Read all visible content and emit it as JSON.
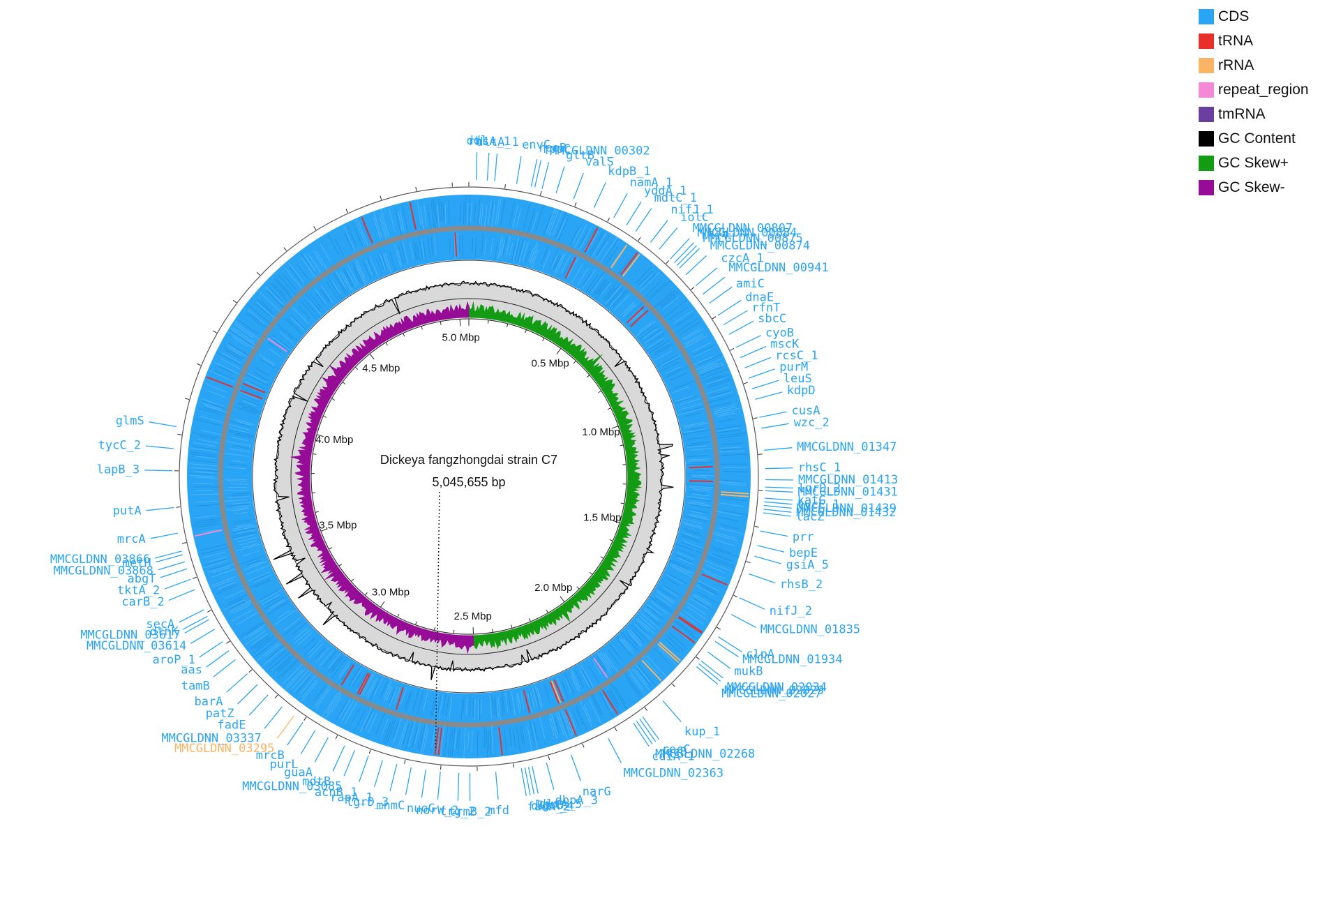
{
  "chart_data": {
    "type": "circular-genome-map",
    "title": "Dickeya fangzhongdai strain C7",
    "genome_length_label": "5,045,655 bp",
    "genome_length_bp": 5045655,
    "tick_labels": [
      {
        "mbp": 0.5,
        "label": "0.5 Mbp"
      },
      {
        "mbp": 1.0,
        "label": "1.0 Mbp"
      },
      {
        "mbp": 1.5,
        "label": "1.5 Mbp"
      },
      {
        "mbp": 2.0,
        "label": "2.0 Mbp"
      },
      {
        "mbp": 2.5,
        "label": "2.5 Mbp"
      },
      {
        "mbp": 3.0,
        "label": "3.0 Mbp"
      },
      {
        "mbp": 3.5,
        "label": "3.5 Mbp"
      },
      {
        "mbp": 4.0,
        "label": "4.0 Mbp"
      },
      {
        "mbp": 4.5,
        "label": "4.5 Mbp"
      },
      {
        "mbp": 5.0,
        "label": "5.0 Mbp"
      }
    ],
    "legend": [
      {
        "name": "CDS",
        "color": "#2aa4f4"
      },
      {
        "name": "tRNA",
        "color": "#e8302a"
      },
      {
        "name": "rRNA",
        "color": "#fbb464"
      },
      {
        "name": "repeat_region",
        "color": "#f38ad6"
      },
      {
        "name": "tmRNA",
        "color": "#6a3fa0"
      },
      {
        "name": "GC Content",
        "color": "#000000"
      },
      {
        "name": "GC Skew+",
        "color": "#139c13"
      },
      {
        "name": "GC Skew-",
        "color": "#960c96"
      }
    ],
    "gene_labels": [
      {
        "name": "ddl",
        "mbp": 0.02,
        "type": "CDS"
      },
      {
        "name": "rhsA_1",
        "mbp": 0.05,
        "type": "CDS"
      },
      {
        "name": "dltA_1",
        "mbp": 0.07,
        "type": "CDS"
      },
      {
        "name": "envC",
        "mbp": 0.13,
        "type": "CDS"
      },
      {
        "name": "rpoB",
        "mbp": 0.17,
        "type": "CDS"
      },
      {
        "name": "rpoC",
        "mbp": 0.18,
        "type": "CDS"
      },
      {
        "name": "MMCGLDNN_00302",
        "mbp": 0.2,
        "type": "CDS"
      },
      {
        "name": "gltB",
        "mbp": 0.24,
        "type": "CDS"
      },
      {
        "name": "valS",
        "mbp": 0.29,
        "type": "CDS"
      },
      {
        "name": "kdpB_1",
        "mbp": 0.35,
        "type": "CDS"
      },
      {
        "name": "namA_1",
        "mbp": 0.41,
        "type": "CDS"
      },
      {
        "name": "yddA_1",
        "mbp": 0.45,
        "type": "CDS"
      },
      {
        "name": "mdtC_1",
        "mbp": 0.48,
        "type": "CDS"
      },
      {
        "name": "nifJ_1",
        "mbp": 0.53,
        "type": "CDS"
      },
      {
        "name": "iolC",
        "mbp": 0.56,
        "type": "CDS"
      },
      {
        "name": "MMCGLDNN_00807",
        "mbp": 0.6,
        "type": "CDS"
      },
      {
        "name": "MMCGLDNN_00884",
        "mbp": 0.615,
        "type": "CDS"
      },
      {
        "name": "thi4",
        "mbp": 0.625,
        "type": "CDS"
      },
      {
        "name": "MMCGLDNN_00875",
        "mbp": 0.635,
        "type": "CDS"
      },
      {
        "name": "MMCGLDNN_00874",
        "mbp": 0.66,
        "type": "CDS"
      },
      {
        "name": "czcA_1",
        "mbp": 0.7,
        "type": "CDS"
      },
      {
        "name": "MMCGLDNN_00941",
        "mbp": 0.73,
        "type": "CDS"
      },
      {
        "name": "amiC",
        "mbp": 0.76,
        "type": "CDS"
      },
      {
        "name": "dnaE",
        "mbp": 0.8,
        "type": "CDS"
      },
      {
        "name": "rfnT",
        "mbp": 0.83,
        "type": "CDS"
      },
      {
        "name": "sbcC",
        "mbp": 0.86,
        "type": "CDS"
      },
      {
        "name": "cyoB",
        "mbp": 0.9,
        "type": "CDS"
      },
      {
        "name": "mscK",
        "mbp": 0.93,
        "type": "CDS"
      },
      {
        "name": "rcsC_1",
        "mbp": 0.96,
        "type": "CDS"
      },
      {
        "name": "purM",
        "mbp": 0.99,
        "type": "CDS"
      },
      {
        "name": "leuS",
        "mbp": 1.02,
        "type": "CDS"
      },
      {
        "name": "kdpD",
        "mbp": 1.05,
        "type": "CDS"
      },
      {
        "name": "cusA",
        "mbp": 1.1,
        "type": "CDS"
      },
      {
        "name": "wzc_2",
        "mbp": 1.13,
        "type": "CDS"
      },
      {
        "name": "MMCGLDNN_01347",
        "mbp": 1.19,
        "type": "CDS"
      },
      {
        "name": "rhsC_1",
        "mbp": 1.24,
        "type": "CDS"
      },
      {
        "name": "MMCGLDNN_01413",
        "mbp": 1.27,
        "type": "CDS"
      },
      {
        "name": "lgrD_2",
        "mbp": 1.29,
        "type": "CDS"
      },
      {
        "name": "MMCGLDNN_01431",
        "mbp": 1.3,
        "type": "CDS"
      },
      {
        "name": "katG",
        "mbp": 1.32,
        "type": "CDS"
      },
      {
        "name": "tycC_1",
        "mbp": 1.33,
        "type": "CDS"
      },
      {
        "name": "MMCGLDNN_01439",
        "mbp": 1.34,
        "type": "CDS"
      },
      {
        "name": "MMCGLDNN_01432",
        "mbp": 1.35,
        "type": "CDS"
      },
      {
        "name": "lacZ",
        "mbp": 1.36,
        "type": "CDS"
      },
      {
        "name": "prr",
        "mbp": 1.41,
        "type": "CDS"
      },
      {
        "name": "bepE",
        "mbp": 1.45,
        "type": "CDS"
      },
      {
        "name": "gsiA_5",
        "mbp": 1.48,
        "type": "CDS"
      },
      {
        "name": "rhsB_2",
        "mbp": 1.53,
        "type": "CDS"
      },
      {
        "name": "nifJ_2",
        "mbp": 1.6,
        "type": "CDS"
      },
      {
        "name": "MMCGLDNN_01835",
        "mbp": 1.65,
        "type": "CDS"
      },
      {
        "name": "clpA",
        "mbp": 1.72,
        "type": "CDS"
      },
      {
        "name": "MMCGLDNN_01934",
        "mbp": 1.735,
        "type": "CDS"
      },
      {
        "name": "mukB",
        "mbp": 1.77,
        "type": "CDS"
      },
      {
        "name": "MMCGLDNN_02034",
        "mbp": 1.8,
        "type": "CDS"
      },
      {
        "name": "MMCGLDNN_02029",
        "mbp": 1.81,
        "type": "CDS"
      },
      {
        "name": "MMCGLDNN_02027",
        "mbp": 1.82,
        "type": "CDS"
      },
      {
        "name": "kup_1",
        "mbp": 1.95,
        "type": "CDS"
      },
      {
        "name": "recC",
        "mbp": 2.02,
        "type": "CDS"
      },
      {
        "name": "recB",
        "mbp": 2.03,
        "type": "CDS"
      },
      {
        "name": "MMCGLDNN_02268",
        "mbp": 2.04,
        "type": "CDS"
      },
      {
        "name": "cdiA_1",
        "mbp": 2.05,
        "type": "CDS"
      },
      {
        "name": "MMCGLDNN_02363",
        "mbp": 2.13,
        "type": "CDS"
      },
      {
        "name": "narG",
        "mbp": 2.24,
        "type": "CDS"
      },
      {
        "name": "dbpA_3",
        "mbp": 2.31,
        "type": "CDS"
      },
      {
        "name": "dltA_5",
        "mbp": 2.35,
        "type": "CDS"
      },
      {
        "name": "lgrB",
        "mbp": 2.36,
        "type": "CDS"
      },
      {
        "name": "dltA_4",
        "mbp": 2.37,
        "type": "CDS"
      },
      {
        "name": "fadA_2",
        "mbp": 2.38,
        "type": "CDS"
      },
      {
        "name": "mfd",
        "mbp": 2.45,
        "type": "CDS"
      },
      {
        "name": "trmB_2",
        "mbp": 2.52,
        "type": "CDS"
      },
      {
        "name": "trg_2",
        "mbp": 2.55,
        "type": "CDS"
      },
      {
        "name": "norW_2",
        "mbp": 2.6,
        "type": "CDS"
      },
      {
        "name": "nuoG",
        "mbp": 2.64,
        "type": "CDS"
      },
      {
        "name": "mnmC",
        "mbp": 2.68,
        "type": "CDS"
      },
      {
        "name": "lgrD_3",
        "mbp": 2.72,
        "type": "CDS"
      },
      {
        "name": "rapA_1",
        "mbp": 2.76,
        "type": "CDS"
      },
      {
        "name": "acnB_1",
        "mbp": 2.8,
        "type": "CDS"
      },
      {
        "name": "MMCGLDNN_03085",
        "mbp": 2.84,
        "type": "CDS"
      },
      {
        "name": "mdtB",
        "mbp": 2.87,
        "type": "CDS"
      },
      {
        "name": "guaA",
        "mbp": 2.92,
        "type": "CDS"
      },
      {
        "name": "purL",
        "mbp": 2.96,
        "type": "CDS"
      },
      {
        "name": "mrcB",
        "mbp": 3.0,
        "type": "CDS"
      },
      {
        "name": "MMCGLDNN_03295",
        "mbp": 3.03,
        "type": "rRNA"
      },
      {
        "name": "MMCGLDNN_03337",
        "mbp": 3.07,
        "type": "CDS"
      },
      {
        "name": "fadE",
        "mbp": 3.12,
        "type": "CDS"
      },
      {
        "name": "patZ",
        "mbp": 3.16,
        "type": "CDS"
      },
      {
        "name": "barA",
        "mbp": 3.2,
        "type": "CDS"
      },
      {
        "name": "tamB",
        "mbp": 3.25,
        "type": "CDS"
      },
      {
        "name": "aas",
        "mbp": 3.28,
        "type": "CDS"
      },
      {
        "name": "aroP_1",
        "mbp": 3.31,
        "type": "CDS"
      },
      {
        "name": "MMCGLDNN_03614",
        "mbp": 3.35,
        "type": "CDS"
      },
      {
        "name": "MMCGLDNN_03617",
        "mbp": 3.38,
        "type": "CDS"
      },
      {
        "name": "dtnK",
        "mbp": 3.39,
        "type": "CDS"
      },
      {
        "name": "secA",
        "mbp": 3.41,
        "type": "CDS"
      },
      {
        "name": "carB_2",
        "mbp": 3.47,
        "type": "CDS"
      },
      {
        "name": "tktA_2",
        "mbp": 3.5,
        "type": "CDS"
      },
      {
        "name": "abgT",
        "mbp": 3.53,
        "type": "CDS"
      },
      {
        "name": "MMCGLDNN_03868",
        "mbp": 3.55,
        "type": "CDS"
      },
      {
        "name": "metH",
        "mbp": 3.57,
        "type": "CDS"
      },
      {
        "name": "MMCGLDNN_03866",
        "mbp": 3.58,
        "type": "CDS"
      },
      {
        "name": "mrcA",
        "mbp": 3.63,
        "type": "CDS"
      },
      {
        "name": "putA",
        "mbp": 3.7,
        "type": "CDS"
      },
      {
        "name": "lapB_3",
        "mbp": 3.8,
        "type": "CDS"
      },
      {
        "name": "tycC_2",
        "mbp": 3.86,
        "type": "CDS"
      },
      {
        "name": "glmS",
        "mbp": 3.92,
        "type": "CDS"
      }
    ]
  }
}
